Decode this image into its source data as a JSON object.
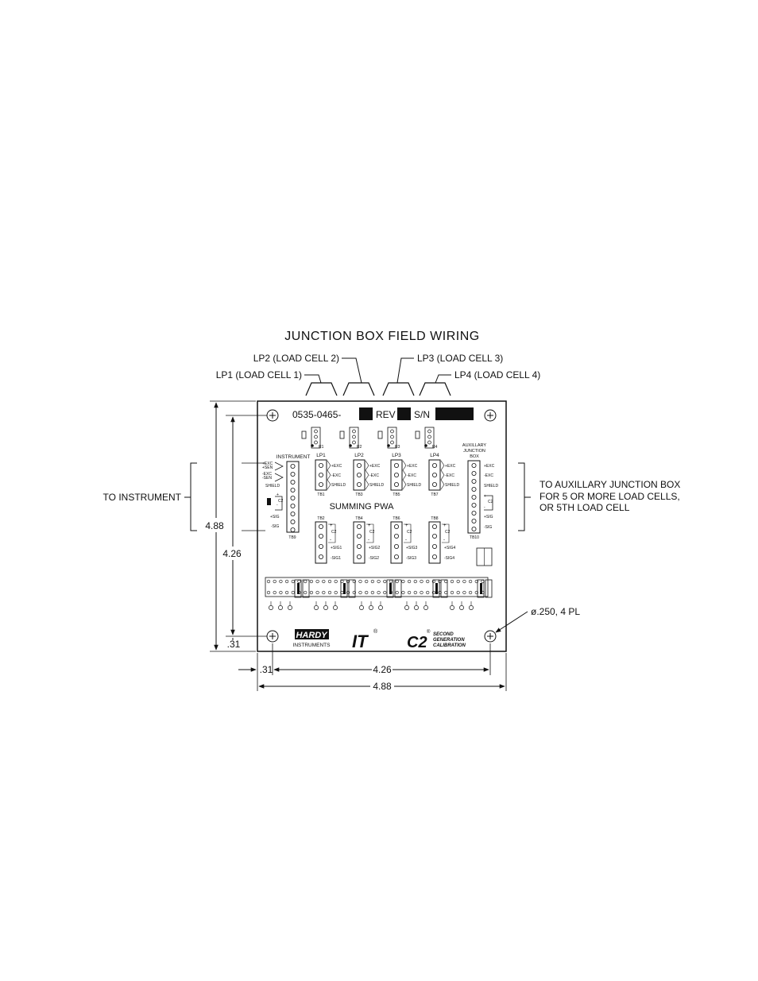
{
  "title": "JUNCTION BOX FIELD WIRING",
  "callouts": {
    "lp1": "LP1 (LOAD CELL 1)",
    "lp2": "LP2 (LOAD CELL 2)",
    "lp3": "LP3 (LOAD CELL 3)",
    "lp4": "LP4 (LOAD CELL 4)",
    "to_instrument": "TO INSTRUMENT",
    "aux_line1": "TO AUXILLARY JUNCTION BOX",
    "aux_line2": "FOR 5 OR MORE LOAD CELLS,",
    "aux_line3": "OR 5TH LOAD CELL",
    "hole": "ø.250, 4 PL"
  },
  "board": {
    "part_number": "0535-0465-",
    "rev": "REV",
    "sn": "S/N",
    "center_label": "SUMMING PWA",
    "resistors": [
      "R1",
      "R2",
      "R3",
      "R4"
    ],
    "instrument": {
      "header": "INSTRUMENT",
      "pins": [
        "+EXC",
        "+SEN",
        "-EXC",
        "-SEN",
        "SHIELD",
        "+",
        "-",
        "+SIG",
        "-SIG"
      ],
      "c2": "C2",
      "tb": "TB9"
    },
    "aux": {
      "header1": "AUXILLARY",
      "header2": "JUNCTION",
      "header3": "BOX",
      "pins": [
        "+EXC",
        "-EXC",
        "SHIELD",
        "+",
        "C2",
        "-",
        "+SIG",
        "-SIG"
      ],
      "tb": "TB10"
    },
    "lp_blocks": [
      {
        "lp": "LP1",
        "tb_exc": "TB1",
        "tb_sig": "TB2",
        "sig_plus": "+SIG1",
        "sig_minus": "-SIG1"
      },
      {
        "lp": "LP2",
        "tb_exc": "TB3",
        "tb_sig": "TB4",
        "sig_plus": "+SIG2",
        "sig_minus": "-SIG2"
      },
      {
        "lp": "LP3",
        "tb_exc": "TB5",
        "tb_sig": "TB6",
        "sig_plus": "+SIG3",
        "sig_minus": "-SIG3"
      },
      {
        "lp": "LP4",
        "tb_exc": "TB7",
        "tb_sig": "TB8",
        "sig_plus": "+SIG4",
        "sig_minus": "-SIG4"
      }
    ],
    "exc_pins": [
      "+EXC",
      "-EXC",
      "SHIELD"
    ],
    "sig_c2": "C2",
    "sig_plus_mark": "+",
    "sig_minus_mark": "-",
    "logos": {
      "hardy_top": "HARDY",
      "hardy_bottom": "INSTRUMENTS",
      "it": "IT",
      "it_reg": "®",
      "c2": "C2",
      "c2_reg": "®",
      "c2_text1": "SECOND",
      "c2_text2": "GENERATION",
      "c2_text3": "CALIBRATION"
    }
  },
  "dimensions": {
    "outer_height": "4.88",
    "inner_height": "4.26",
    "bottom_offset": ".31",
    "left_offset": ".31",
    "inner_width": "4.26",
    "outer_width": "4.88"
  }
}
